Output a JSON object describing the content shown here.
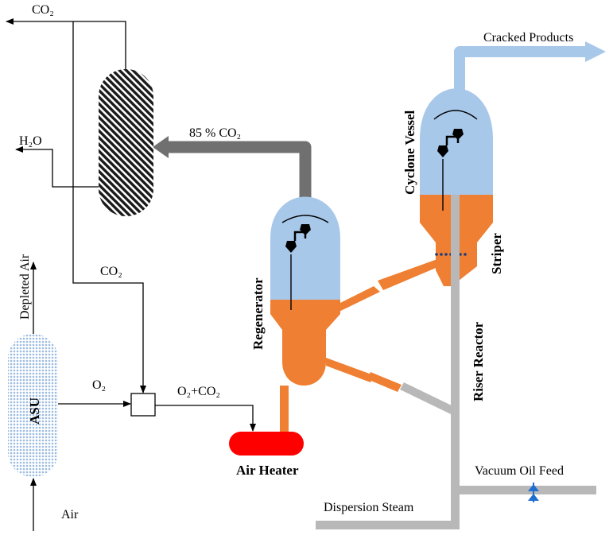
{
  "labels": {
    "co2_top": "CO₂",
    "h2o": "H₂O",
    "co2_85": "85 % CO₂",
    "co2_mid": "CO₂",
    "depleted_air": "Depleted Air",
    "asu": "ASU",
    "o2": "O₂",
    "o2_co2": "O₂+CO₂",
    "air": "Air",
    "air_heater": "Air Heater",
    "regenerator": "Regenerator",
    "cyclone_vessel": "Cyclone Vessel",
    "striper": "Striper",
    "riser_reactor": "Riser Reactor",
    "cracked_products": "Cracked Products",
    "vacuum_oil_feed": "Vacuum  Oil Feed",
    "dispersion_steam": "Dispersion  Steam"
  },
  "colors": {
    "vessel_top": "#a8c8ea",
    "vessel_bottom": "#ef7f32",
    "riser": "#b8b8b8",
    "flue_pipe": "#707070",
    "heater": "#ff0000",
    "valve": "#1f6fd1",
    "asu_fill": "#c9dcf0"
  }
}
